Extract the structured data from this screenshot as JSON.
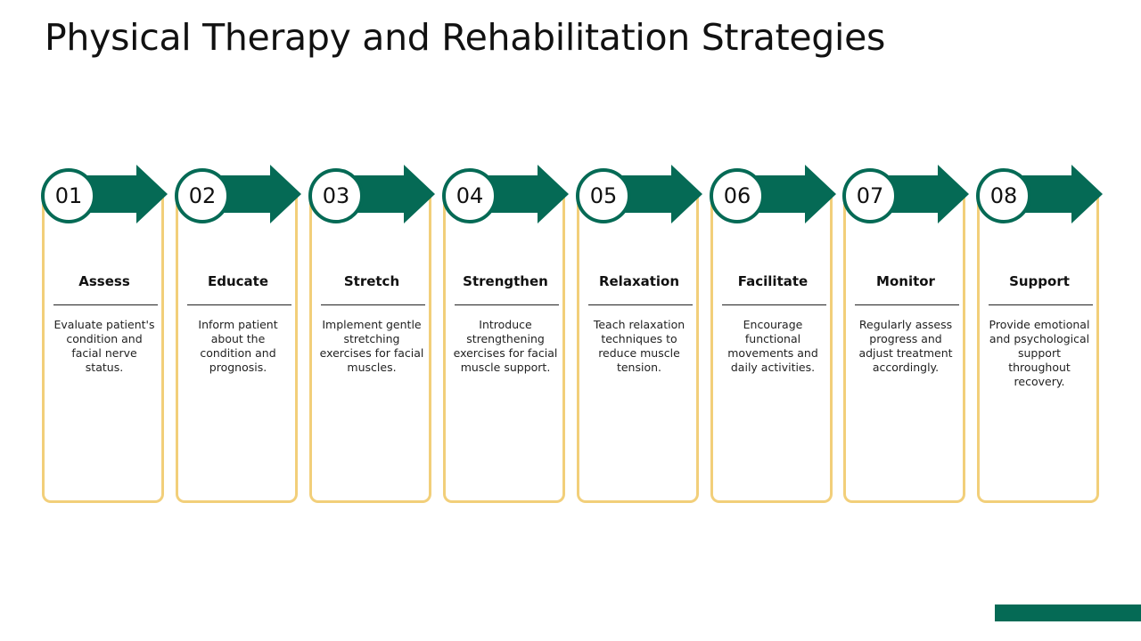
{
  "title": "Physical Therapy and Rehabilitation Strategies",
  "colors": {
    "accent": "#056a55",
    "card_border": "#f2cf7a"
  },
  "steps": [
    {
      "number": "01",
      "title": "Assess",
      "description": "Evaluate patient's condition and facial nerve status."
    },
    {
      "number": "02",
      "title": "Educate",
      "description": "Inform patient about the condition and prognosis."
    },
    {
      "number": "03",
      "title": "Stretch",
      "description": "Implement gentle stretching exercises for facial muscles."
    },
    {
      "number": "04",
      "title": "Strengthen",
      "description": "Introduce strengthening exercises for facial muscle support."
    },
    {
      "number": "05",
      "title": "Relaxation",
      "description": "Teach relaxation techniques to reduce muscle tension."
    },
    {
      "number": "06",
      "title": "Facilitate",
      "description": "Encourage functional movements and daily activities."
    },
    {
      "number": "07",
      "title": "Monitor",
      "description": "Regularly assess progress and adjust treatment accordingly."
    },
    {
      "number": "08",
      "title": "Support",
      "description": "Provide emotional and psychological support throughout recovery."
    }
  ]
}
